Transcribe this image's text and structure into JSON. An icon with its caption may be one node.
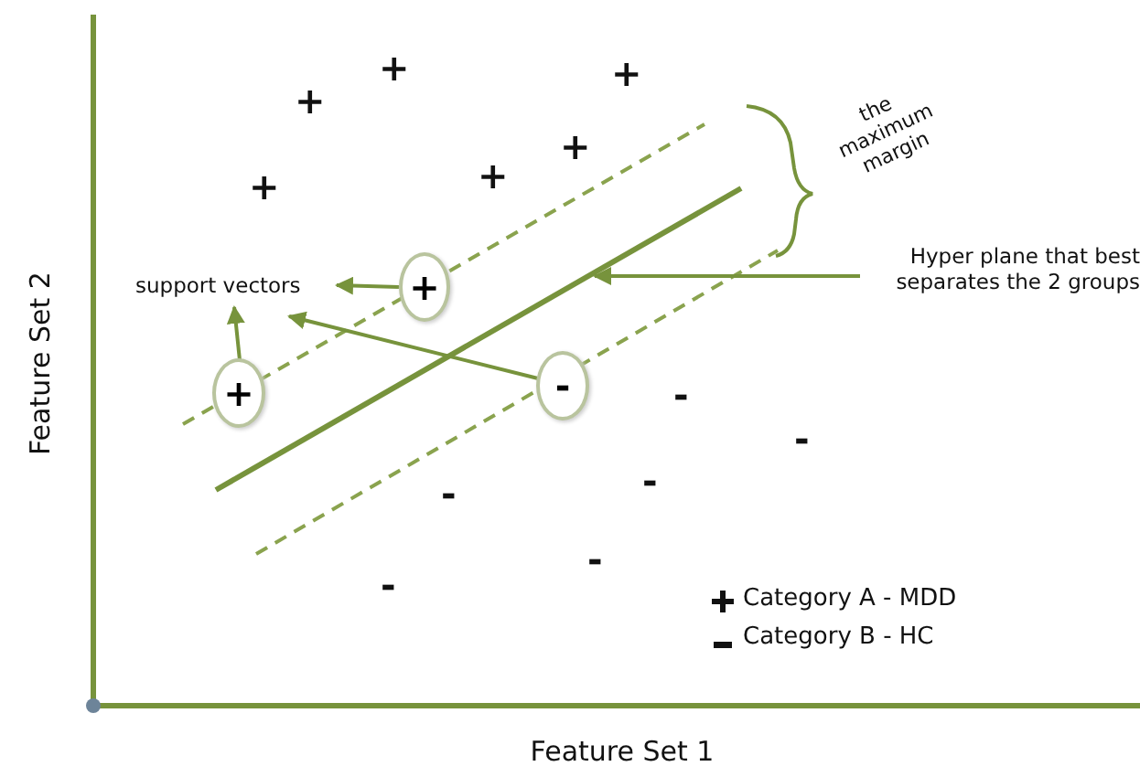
{
  "diagram": {
    "nodes": [
      {
        "text": [
          "support vectors"
        ]
      },
      {
        "text": [
          "+"
        ]
      },
      {
        "text": [
          "Hyper plane that best separates the 2 groups"
        ]
      },
      {
        "text": [
          "-"
        ]
      },
      {
        "text": [
          "+"
        ]
      }
    ],
    "edges": [
      {
        "from": 1,
        "to": 0,
        "arrow": "to"
      },
      {
        "from": 2,
        "to": null,
        "arrow": "to"
      },
      {
        "from": 3,
        "to": 0,
        "arrow": "to"
      },
      {
        "from": 4,
        "to": 0,
        "arrow": "to"
      }
    ],
    "labels": [
      "+",
      "+",
      "the maximum margin",
      "+",
      "+",
      "+",
      "+",
      "Feature Set 2",
      "-",
      "-",
      "-",
      "-",
      "-",
      "-",
      "Feature Set 1"
    ],
    "legend": [
      {
        "text": "Category A - MDD"
      },
      {
        "text": "Category B - HC"
      }
    ]
  }
}
